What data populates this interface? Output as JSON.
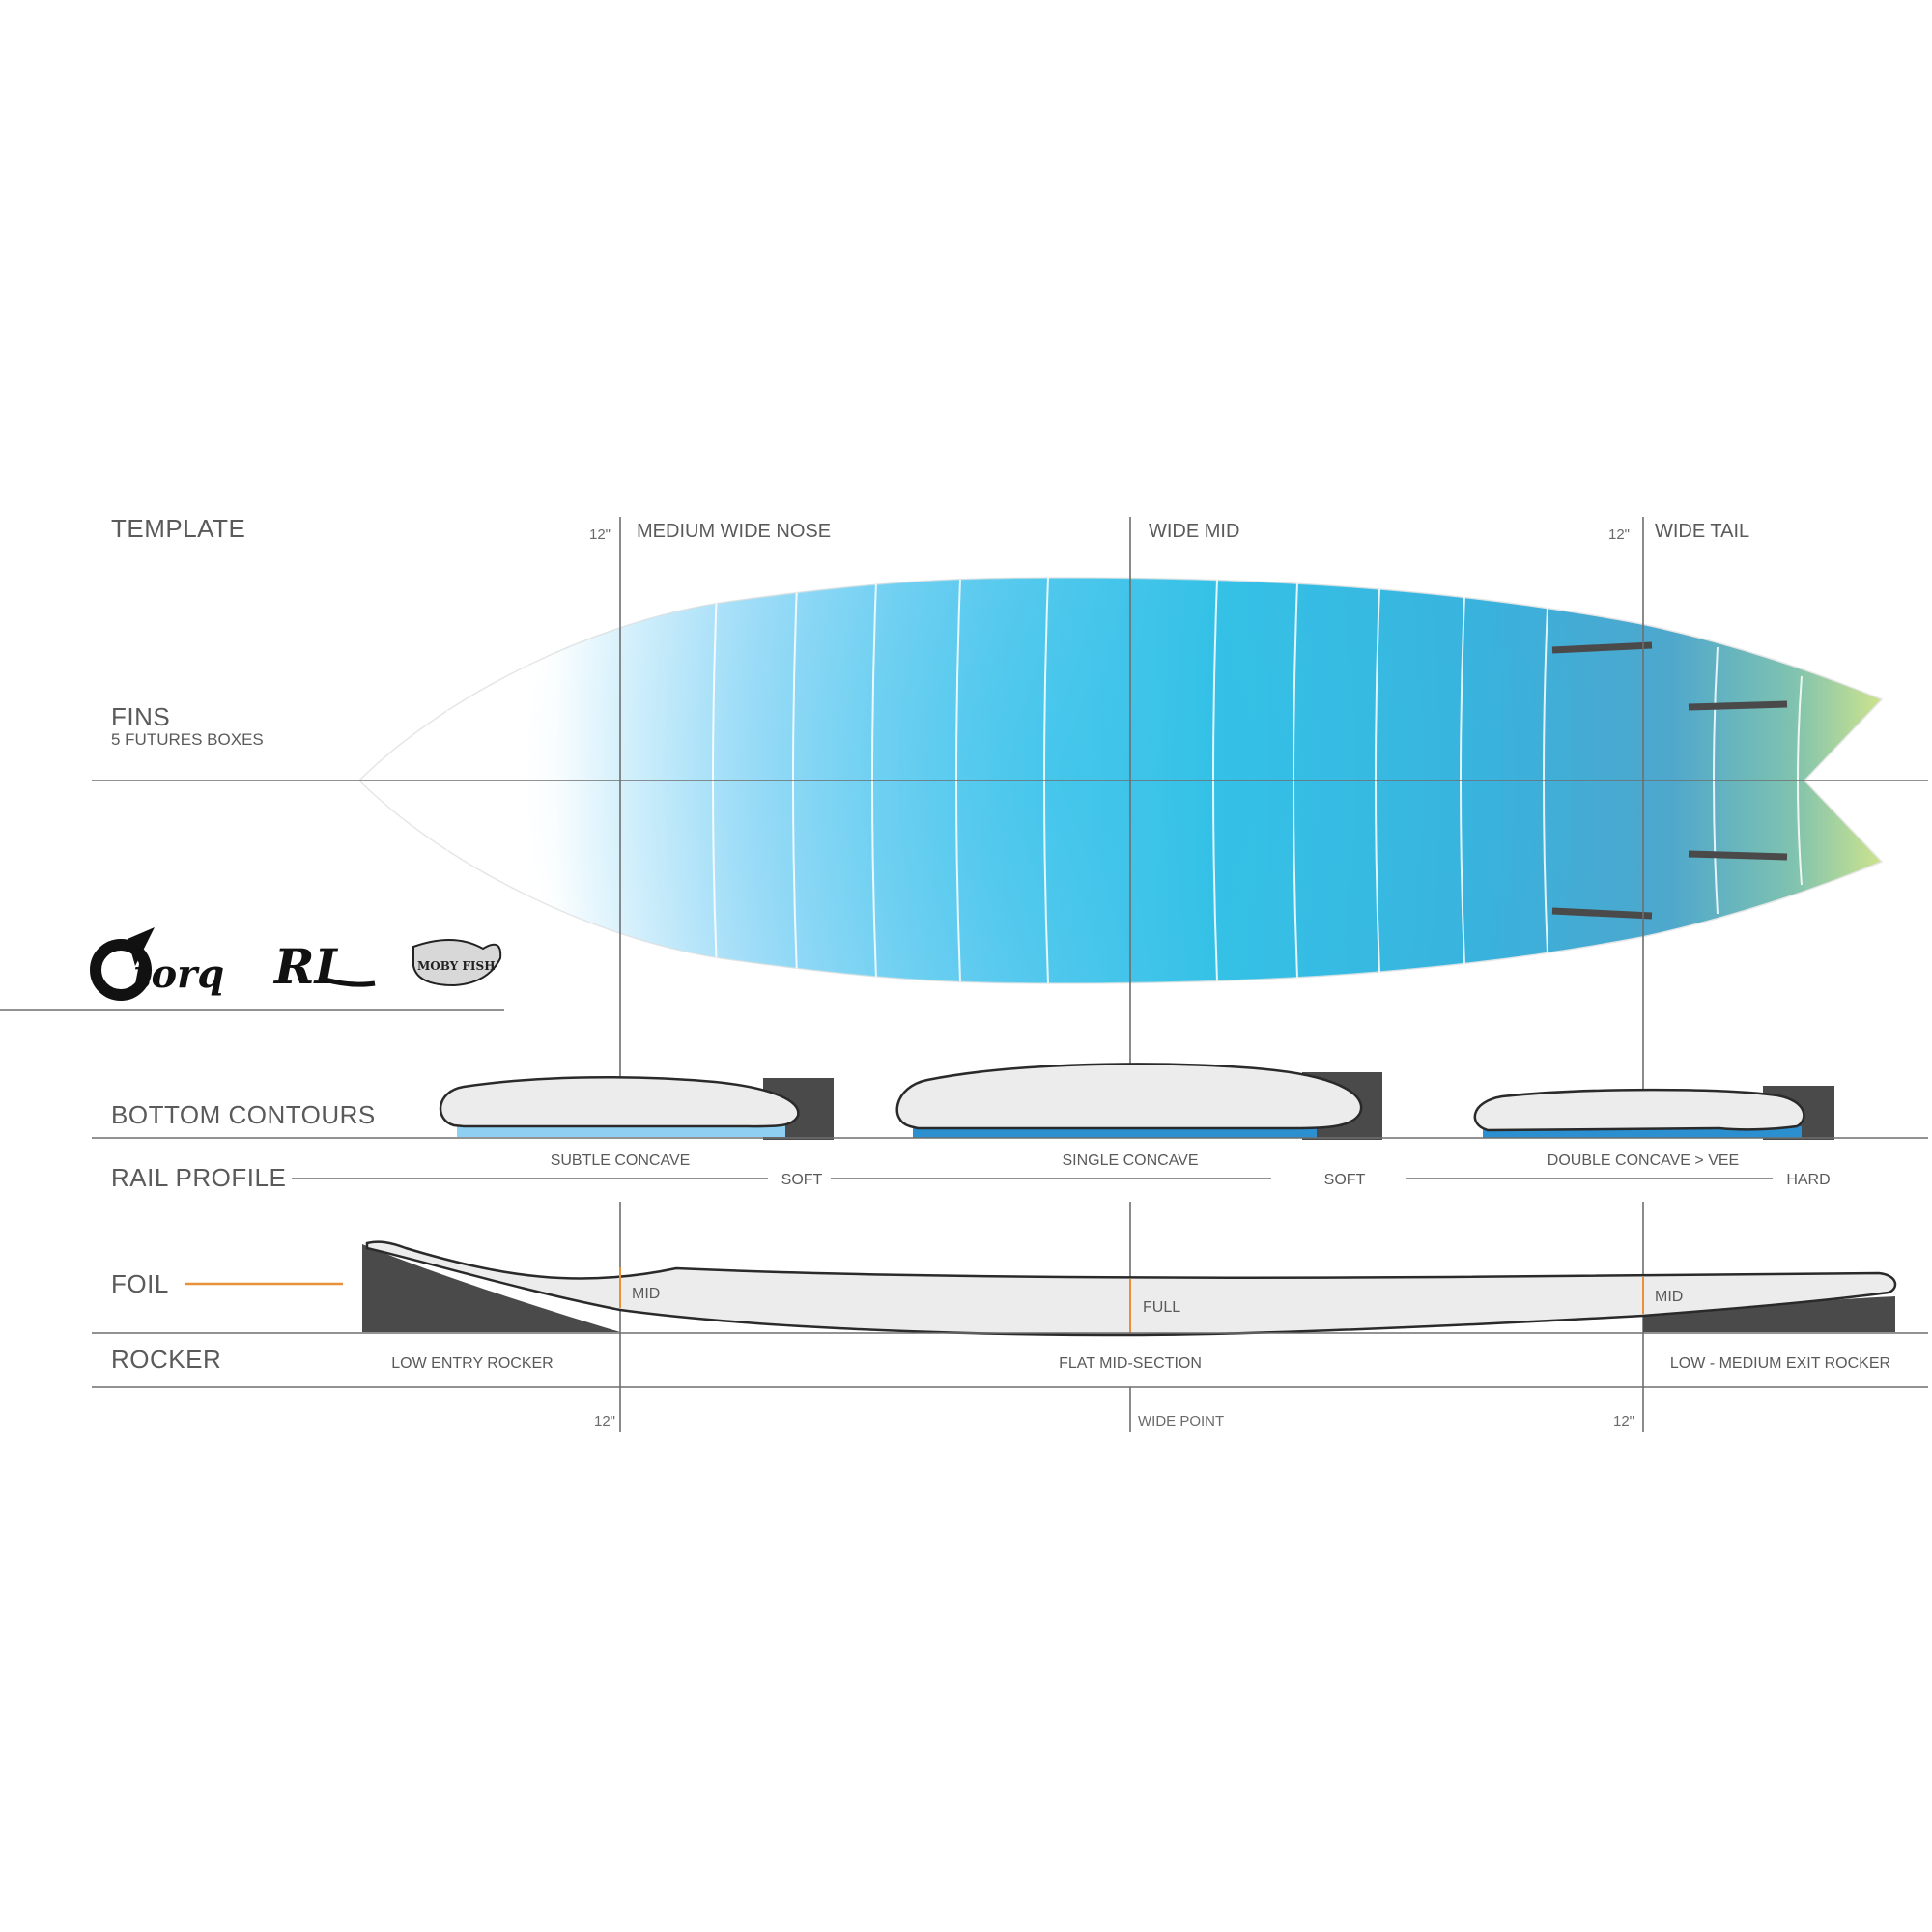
{
  "sections": {
    "template": "TEMPLATE",
    "fins": "FINS",
    "fins_detail": "5 FUTURES BOXES",
    "bottom_contours": "BOTTOM  CONTOURS",
    "rail_profile": "RAIL PROFILE",
    "foil": "FOIL",
    "rocker": "ROCKER"
  },
  "template": {
    "nose_mark": "12\"",
    "nose_label": "MEDIUM WIDE NOSE",
    "mid_label": "WIDE MID",
    "tail_mark": "12\"",
    "tail_label": "WIDE TAIL"
  },
  "logos": [
    "torq",
    "RI",
    "MOBY FISH"
  ],
  "bottom_contours": [
    "SUBTLE CONCAVE",
    "SINGLE CONCAVE",
    "DOUBLE CONCAVE > VEE"
  ],
  "rail_profile": [
    "SOFT",
    "SOFT",
    "HARD"
  ],
  "foil": [
    "MID",
    "FULL",
    "MID"
  ],
  "rocker": [
    "LOW ENTRY ROCKER",
    "FLAT MID-SECTION",
    "LOW - MEDIUM EXIT ROCKER"
  ],
  "bottom_marks": {
    "left": "12\"",
    "center": "WIDE POINT",
    "right": "12\""
  },
  "colors": {
    "line": "#6e6e6e",
    "dark_block": "#4a4a4a",
    "light_blue": "#8fd0f2",
    "mid_blue": "#2b8fd0",
    "board_cyan": "#36c0e6",
    "tail_green": "#c8e08a",
    "foil_orange": "#e8913a"
  }
}
